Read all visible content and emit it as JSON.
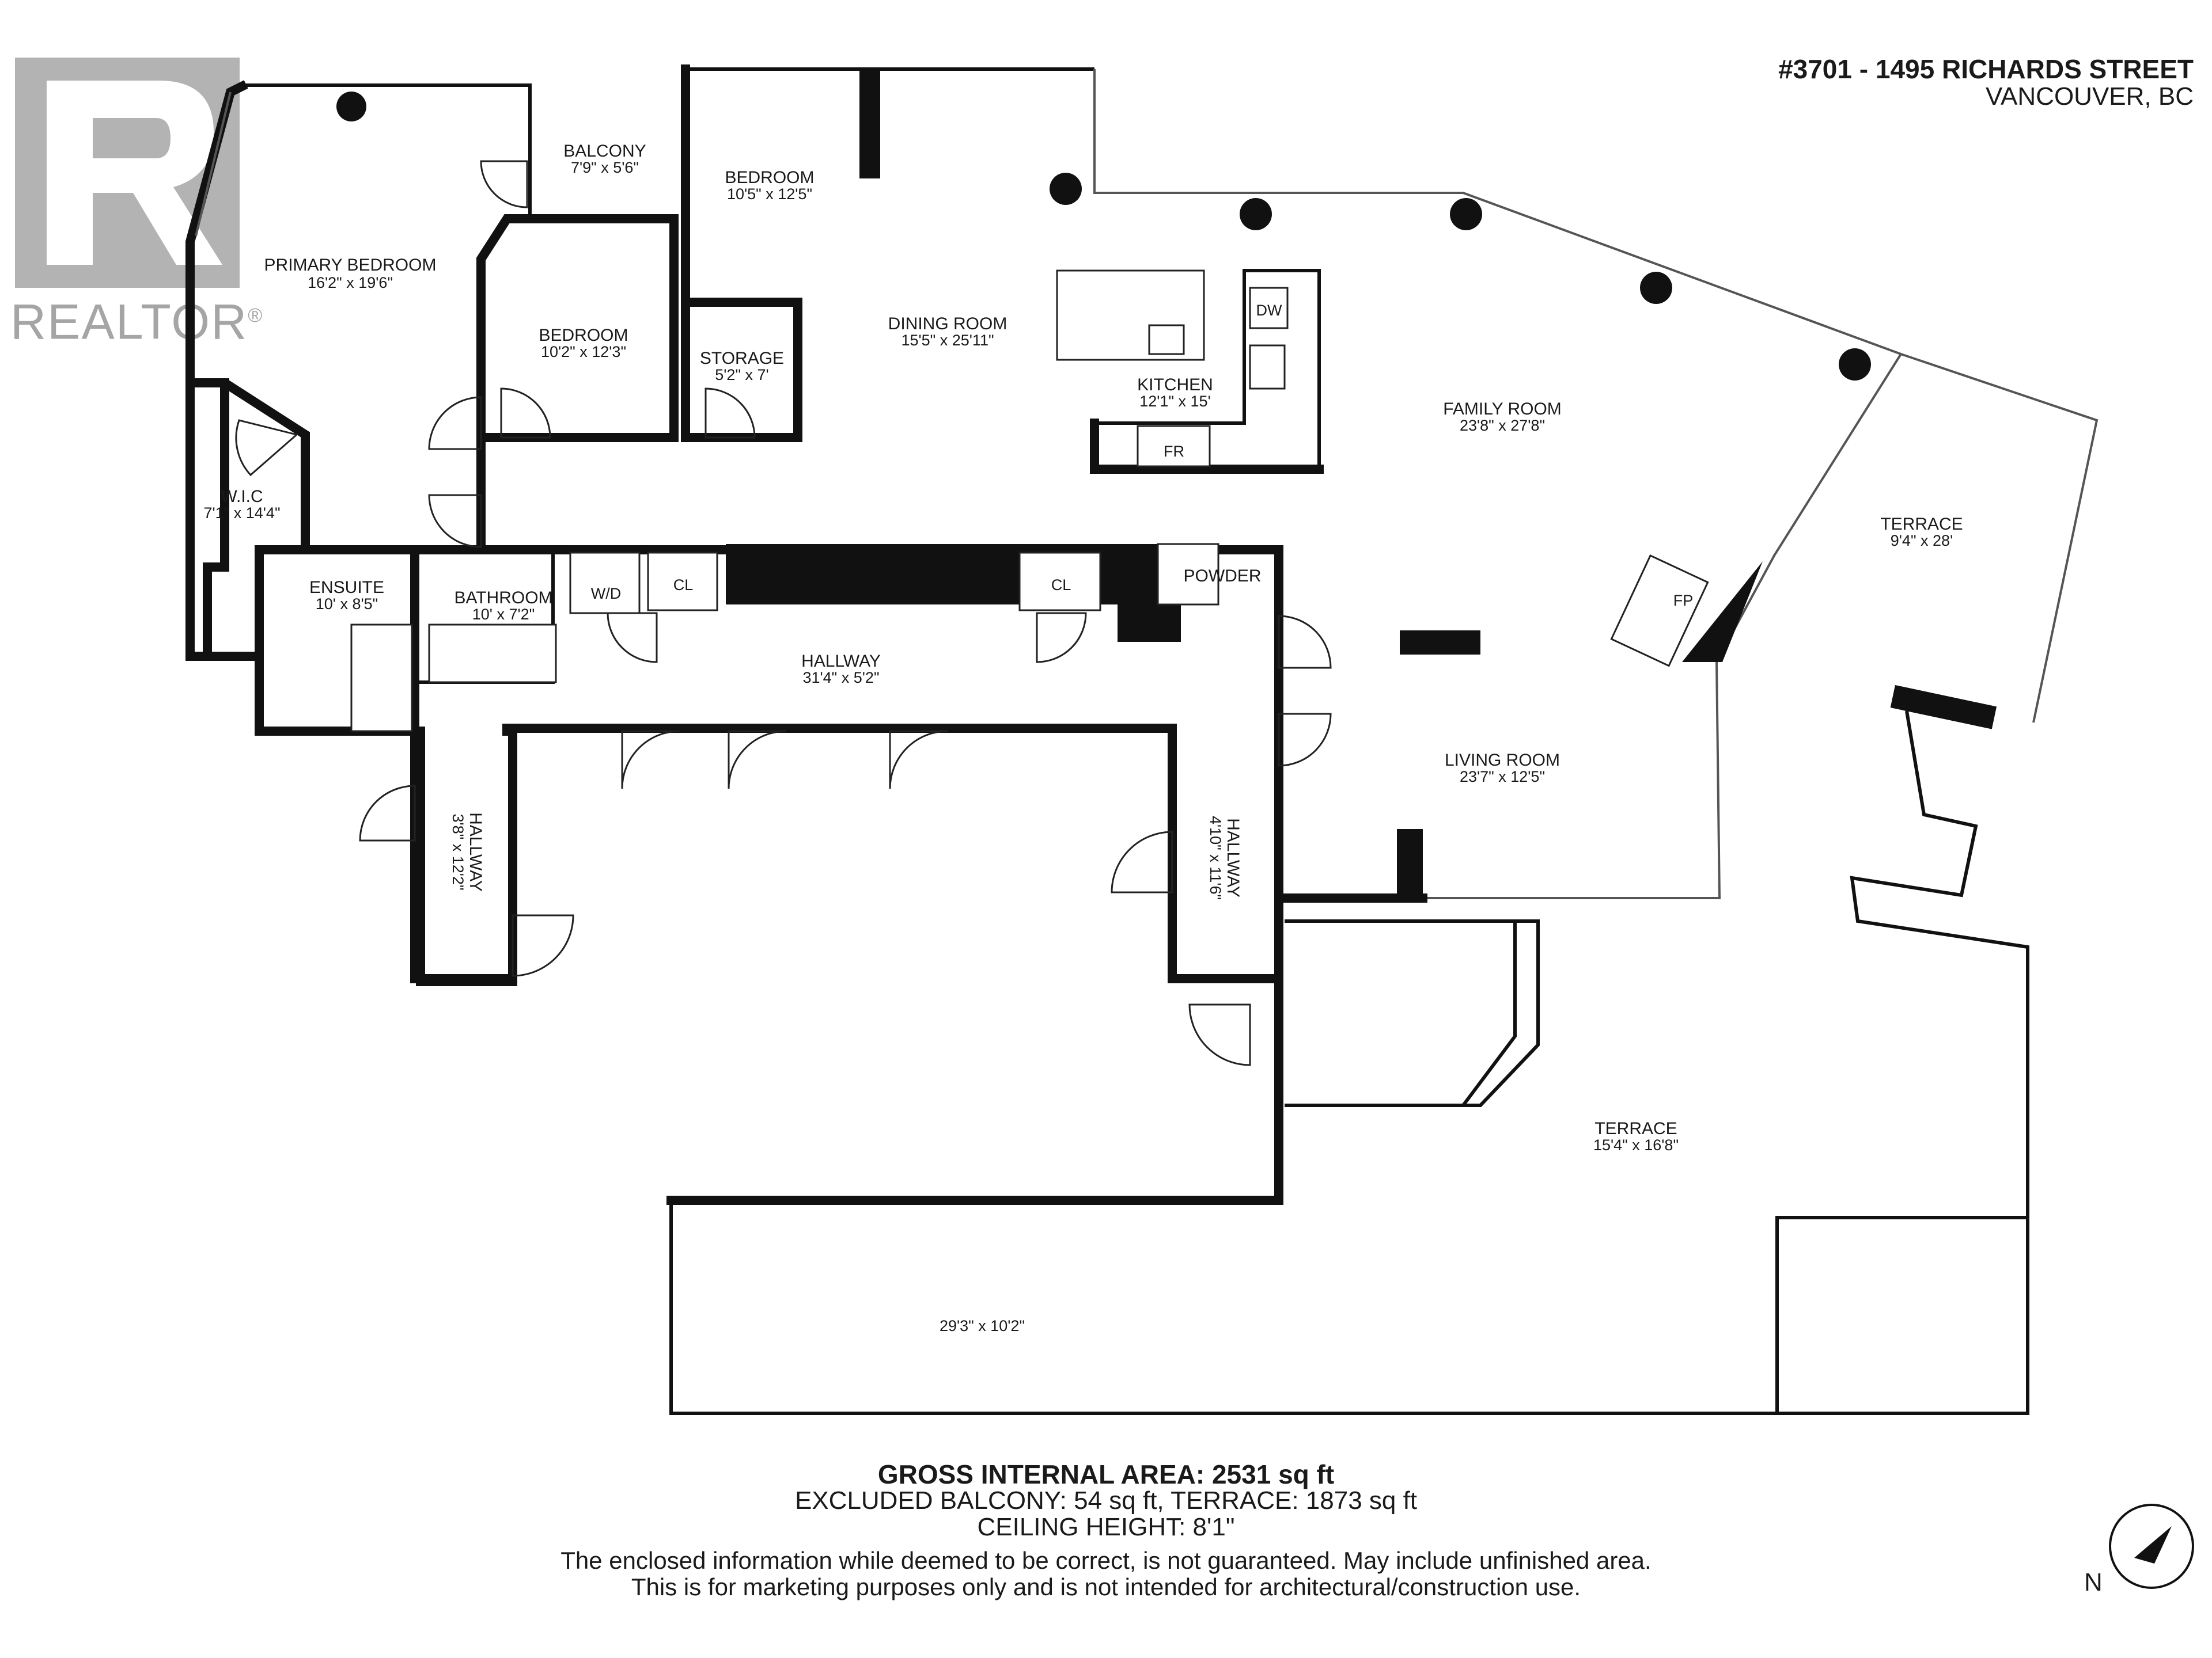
{
  "address": {
    "line1": "#3701 - 1495 RICHARDS STREET",
    "line2": "VANCOUVER, BC"
  },
  "logo": {
    "text": "REALTOR",
    "mark": "®"
  },
  "rooms": [
    {
      "id": "balcony",
      "label": "BALCONY",
      "dim": "7'9\" x 5'6\""
    },
    {
      "id": "bedroom-1",
      "label": "BEDROOM",
      "dim": "10'5\" x 12'5\""
    },
    {
      "id": "primary-bedroom",
      "label": "PRIMARY BEDROOM",
      "dim": "16'2\" x 19'6\""
    },
    {
      "id": "bedroom-2",
      "label": "BEDROOM",
      "dim": "10'2\" x 12'3\""
    },
    {
      "id": "storage",
      "label": "STORAGE",
      "dim": "5'2\" x 7'"
    },
    {
      "id": "dining-room",
      "label": "DINING ROOM",
      "dim": "15'5\" x 25'11\""
    },
    {
      "id": "kitchen",
      "label": "KITCHEN",
      "dim": "12'1\" x 15'"
    },
    {
      "id": "family-room",
      "label": "FAMILY ROOM",
      "dim": "23'8\" x 27'8\""
    },
    {
      "id": "terrace-1",
      "label": "TERRACE",
      "dim": "9'4\" x 28'"
    },
    {
      "id": "wic",
      "label": "W.I.C",
      "dim": "7'1\" x 14'4\""
    },
    {
      "id": "ensuite",
      "label": "ENSUITE",
      "dim": "10' x 8'5\""
    },
    {
      "id": "bathroom",
      "label": "BATHROOM",
      "dim": "10' x 7'2\""
    },
    {
      "id": "powder",
      "label": "POWDER",
      "dim": ""
    },
    {
      "id": "hallway-main",
      "label": "HALLWAY",
      "dim": "31'4\" x 5'2\""
    },
    {
      "id": "living-room",
      "label": "LIVING ROOM",
      "dim": "23'7\" x 12'5\""
    },
    {
      "id": "hallway-west",
      "label": "HALLWAY",
      "dim": "3'8\" x 12'2\""
    },
    {
      "id": "hallway-east",
      "label": "HALLWAY",
      "dim": "4'10\" x 11'6\""
    },
    {
      "id": "terrace-2",
      "label": "TERRACE",
      "dim": "15'4\" x 16'8\""
    },
    {
      "id": "terrace-3",
      "label": "",
      "dim": "29'3\" x 10'2\""
    }
  ],
  "fixtures": {
    "dw": "DW",
    "fr": "FR",
    "wd": "W/D",
    "cl1": "CL",
    "cl2": "CL",
    "fp": "FP"
  },
  "footer": {
    "gia": "GROSS INTERNAL AREA: 2531 sq ft",
    "excluded": "EXCLUDED BALCONY: 54 sq ft, TERRACE: 1873 sq ft",
    "ceiling": "CEILING HEIGHT: 8'1\"",
    "disclaimer1": "The enclosed information while deemed to be correct, is not guaranteed. May include unfinished area.",
    "disclaimer2": "This is for marketing purposes only and is not intended for architectural/construction use."
  },
  "compass": {
    "label": "N",
    "icon": "north-arrow-icon"
  },
  "colors": {
    "wall": "#111111",
    "logo": "#b3b3b3"
  }
}
